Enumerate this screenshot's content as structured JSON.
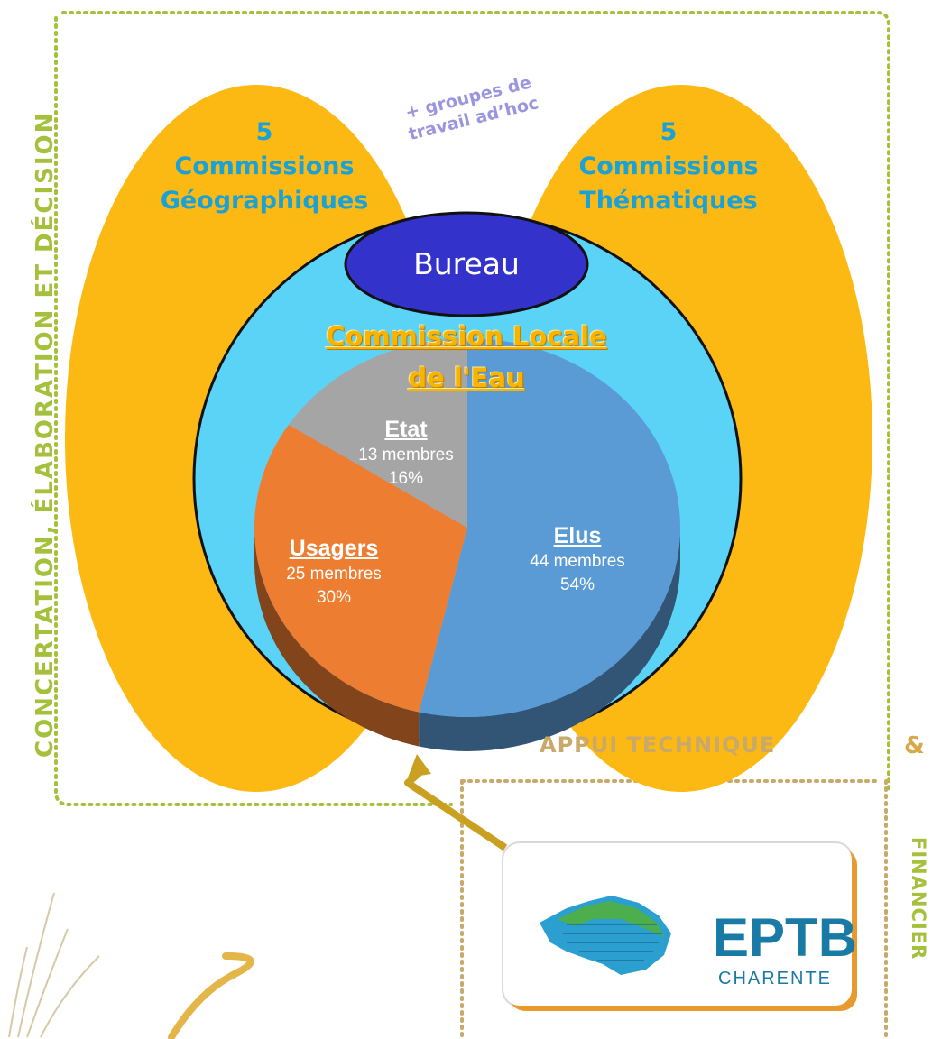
{
  "sidebar_left": {
    "title": "CONCERTATION, ÉLABORATION ET DÉCISION"
  },
  "commissions_geo": {
    "count": "5",
    "label": "Commissions Géographiques"
  },
  "commissions_the": {
    "count": "5",
    "label": "Commissions Thématiques"
  },
  "adhoc": {
    "text": "+ groupes de travail ad’hoc"
  },
  "bureau": {
    "label": "Bureau"
  },
  "cle": {
    "line1": "Commission Locale",
    "line2": "de l'Eau"
  },
  "appui": {
    "label": "APPUI TECHNIQUE",
    "amp": "&",
    "financier": "FINANCIER"
  },
  "eptb": {
    "name": "EPTB",
    "subtitle": "CHARENTE"
  },
  "colors": {
    "ellipse": "#fdb913",
    "circle": "#5bd3f7",
    "bureau": "#3333cc",
    "border": "#a5c13c"
  },
  "chart_data": {
    "type": "pie",
    "title": "",
    "slices": [
      {
        "name": "Elus",
        "value": 44,
        "unit": "membres",
        "percent": "54%",
        "color": "#5b9bd5"
      },
      {
        "name": "Usagers",
        "value": 25,
        "unit": "membres",
        "percent": "30%",
        "color": "#ed7d31"
      },
      {
        "name": "Etat",
        "value": 13,
        "unit": "membres",
        "percent": "16%",
        "color": "#a5a5a5"
      }
    ]
  },
  "pie_labels": {
    "etat": {
      "name": "Etat",
      "members": "13 membres",
      "percent": "16%"
    },
    "usagers": {
      "name": "Usagers",
      "members": "25 membres",
      "percent": "30%"
    },
    "elus": {
      "name": "Elus",
      "members": "44 membres",
      "percent": "54%"
    }
  }
}
